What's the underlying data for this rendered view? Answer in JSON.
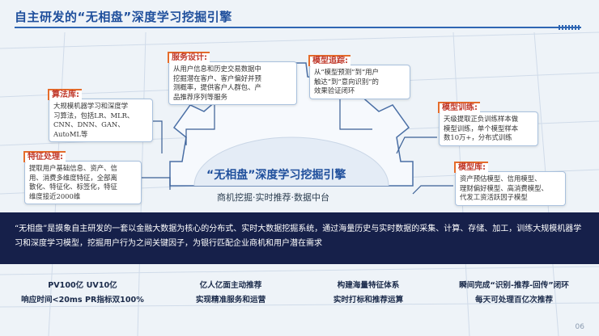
{
  "header": {
    "title": "自主研发的“无相盘”深度学习挖掘引擎"
  },
  "boxes": {
    "service_design": {
      "heading": "服务设计:",
      "text": "从用户信息和历史交易数据中\n挖掘潜在客户、客户偏好并预\n测概率，提供客户人群包、产\n品推荐序列等服务"
    },
    "model_tracking": {
      "heading": "模型追踪:",
      "text": "从“模型预测”到“用户\n触达”到“意向识别”的\n效果验证闭环"
    },
    "algorithm_lib": {
      "heading": "算法库:",
      "text": "大规模机器学习和深度学\n习算法，包括LR、MLR、\nCNN、DNN、GAN、\nAutoML等"
    },
    "model_training": {
      "heading": "模型训练:",
      "text": "天级提取正负训练样本做\n模型训练，单个模型样本\n数10万+，分布式训练"
    },
    "feature_processing": {
      "heading": "特征处理:",
      "text": "提取用户基础信息、资产、信\n用、消费多维度特征，全部离\n散化、特征化、标签化，特征\n维度接近2000维"
    },
    "model_library": {
      "heading": "模型库:",
      "text": "资产预估模型、信用模型、\n理财偏好模型、高消费模型、\n代发工资活跃因子模型"
    }
  },
  "gear": {
    "title": "“无相盘”深度学习挖掘引擎",
    "subtitle": "商机挖掘·实时推荐·数据中台"
  },
  "band": {
    "text": "“无相盘”是摸象自主研发的一套以金融大数据为核心的分布式、实时大数据挖掘系统，通过海量历史与实时数据的采集、计算、存储、加工，训练大规模机器学习和深度学习模型，挖掘用户行为之间关键因子，为银行匹配企业商机和用户潜在需求"
  },
  "columns": [
    "PV100亿  UV10亿\n响应时间<20ms  PR指标双100%",
    "亿人亿面主动推荐\n实现精准服务和运营",
    "构建海量特征体系\n实时打标和推荐运算",
    "瞬间完成“识别-推荐-回传”闭环\n每天可处理百亿次推荐"
  ],
  "page_number": "06",
  "colors": {
    "accent": "#1f4f9c",
    "heading_red": "#c0392b",
    "band": "#16204a"
  }
}
